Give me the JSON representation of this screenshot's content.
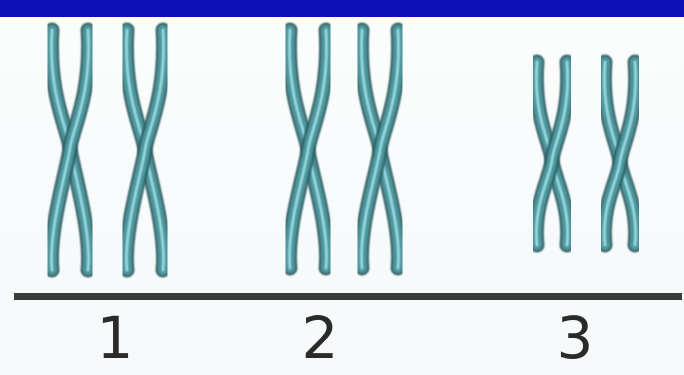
{
  "colors": {
    "top_bar": "#0d0fb8",
    "baseline": "#3c3c3c",
    "chromatid_outer": "#2d5e62",
    "chromatid_mid": "#4c9aa2",
    "chromatid_highlight": "#a9e6ea",
    "label": "#2a2a2a"
  },
  "pairs": [
    {
      "label": "1"
    },
    {
      "label": "2"
    },
    {
      "label": "3"
    }
  ]
}
